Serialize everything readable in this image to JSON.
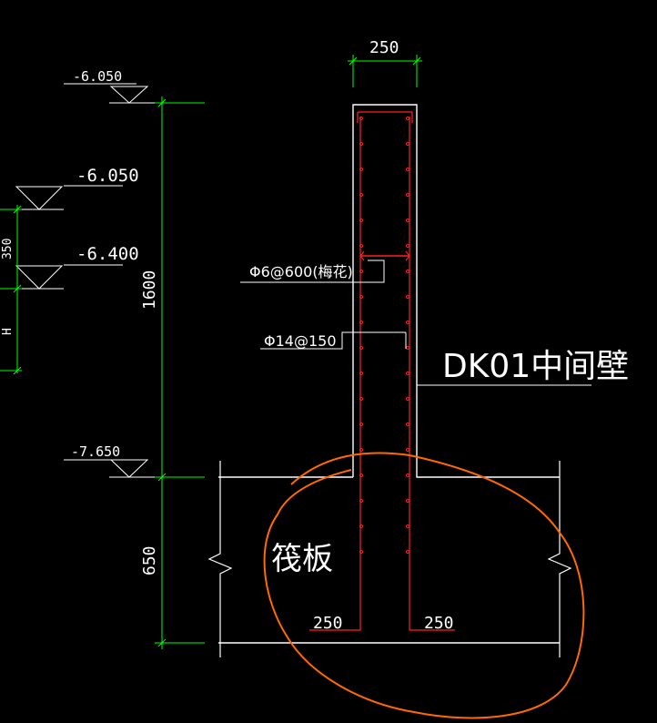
{
  "colors": {
    "background": "#000000",
    "dimension": "#00ff00",
    "outline": "#ffffff",
    "rebar": "#ff2020",
    "highlight": "#ff6a00"
  },
  "elevations": {
    "top": "-6.050",
    "upper": "-6.050",
    "middle": "-6.400",
    "bottom": "-7.650"
  },
  "dimensions": {
    "wall_thickness": "250",
    "wall_height": "1600",
    "raft_thickness": "650",
    "left_anchor": "250",
    "right_anchor": "250",
    "side_small": "350",
    "side_h": "H"
  },
  "labels": {
    "tie_rebar": "Φ6@600(梅花)",
    "main_rebar": "Φ14@150",
    "wall_name": "DK01中间壁",
    "raft_slab": "筏板"
  }
}
